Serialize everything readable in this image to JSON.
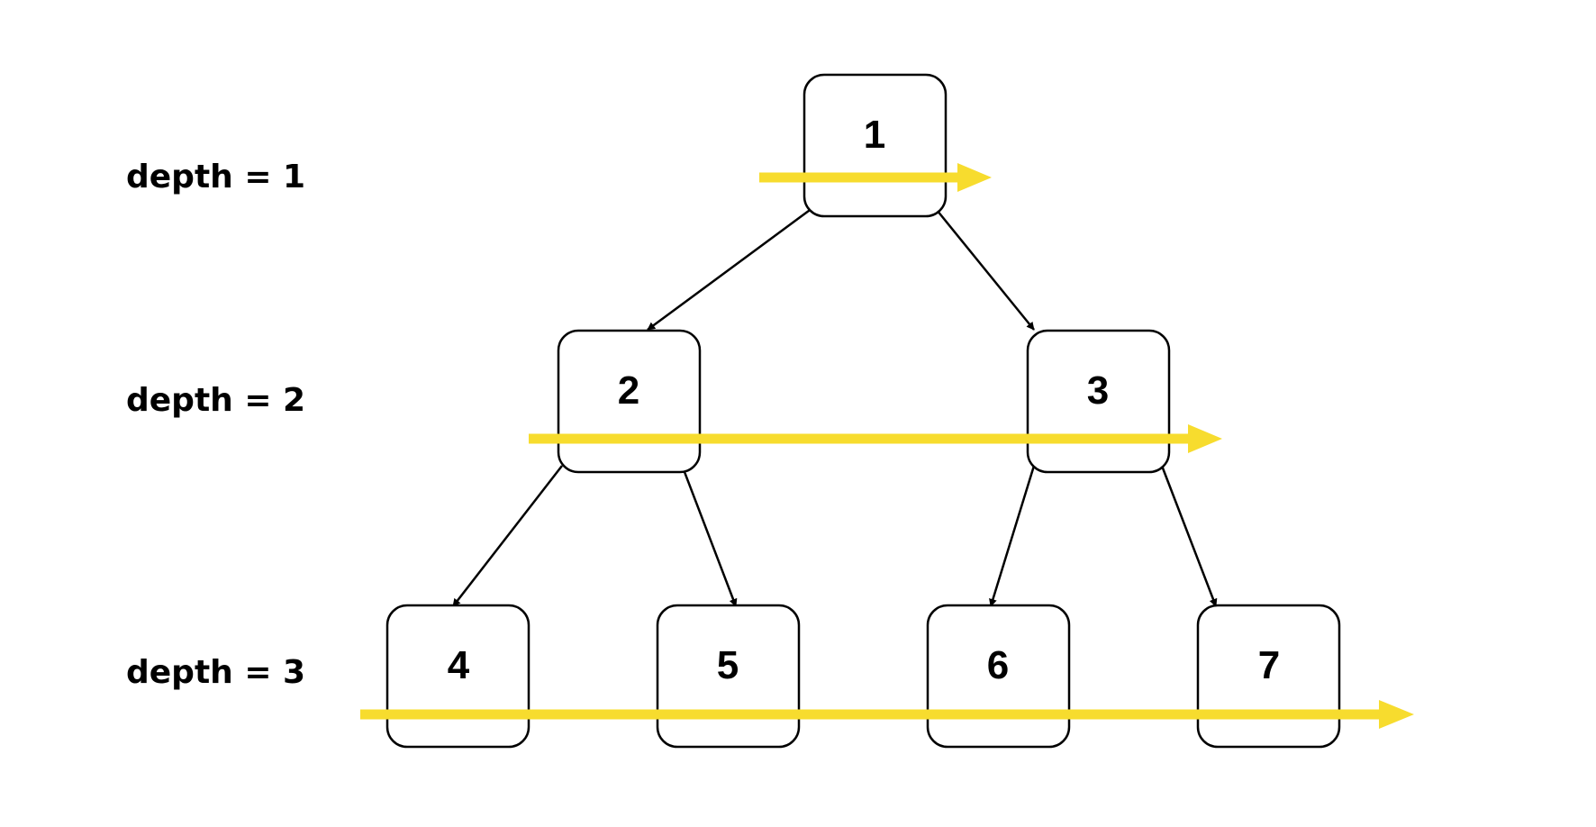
{
  "depth_labels": [
    "depth = 1",
    "depth = 2",
    "depth = 3"
  ],
  "nodes": [
    {
      "id": "1",
      "label": "1",
      "depth": 1
    },
    {
      "id": "2",
      "label": "2",
      "depth": 2
    },
    {
      "id": "3",
      "label": "3",
      "depth": 2
    },
    {
      "id": "4",
      "label": "4",
      "depth": 3
    },
    {
      "id": "5",
      "label": "5",
      "depth": 3
    },
    {
      "id": "6",
      "label": "6",
      "depth": 3
    },
    {
      "id": "7",
      "label": "7",
      "depth": 3
    }
  ],
  "edges": [
    {
      "from": "1",
      "to": "2"
    },
    {
      "from": "1",
      "to": "3"
    },
    {
      "from": "2",
      "to": "4"
    },
    {
      "from": "2",
      "to": "5"
    },
    {
      "from": "3",
      "to": "6"
    },
    {
      "from": "3",
      "to": "7"
    }
  ],
  "traversal_arrows": [
    {
      "depth": 1
    },
    {
      "depth": 2
    },
    {
      "depth": 3
    }
  ],
  "colors": {
    "traversal": "#f7dc2e",
    "stroke": "#000000",
    "background": "#ffffff"
  }
}
